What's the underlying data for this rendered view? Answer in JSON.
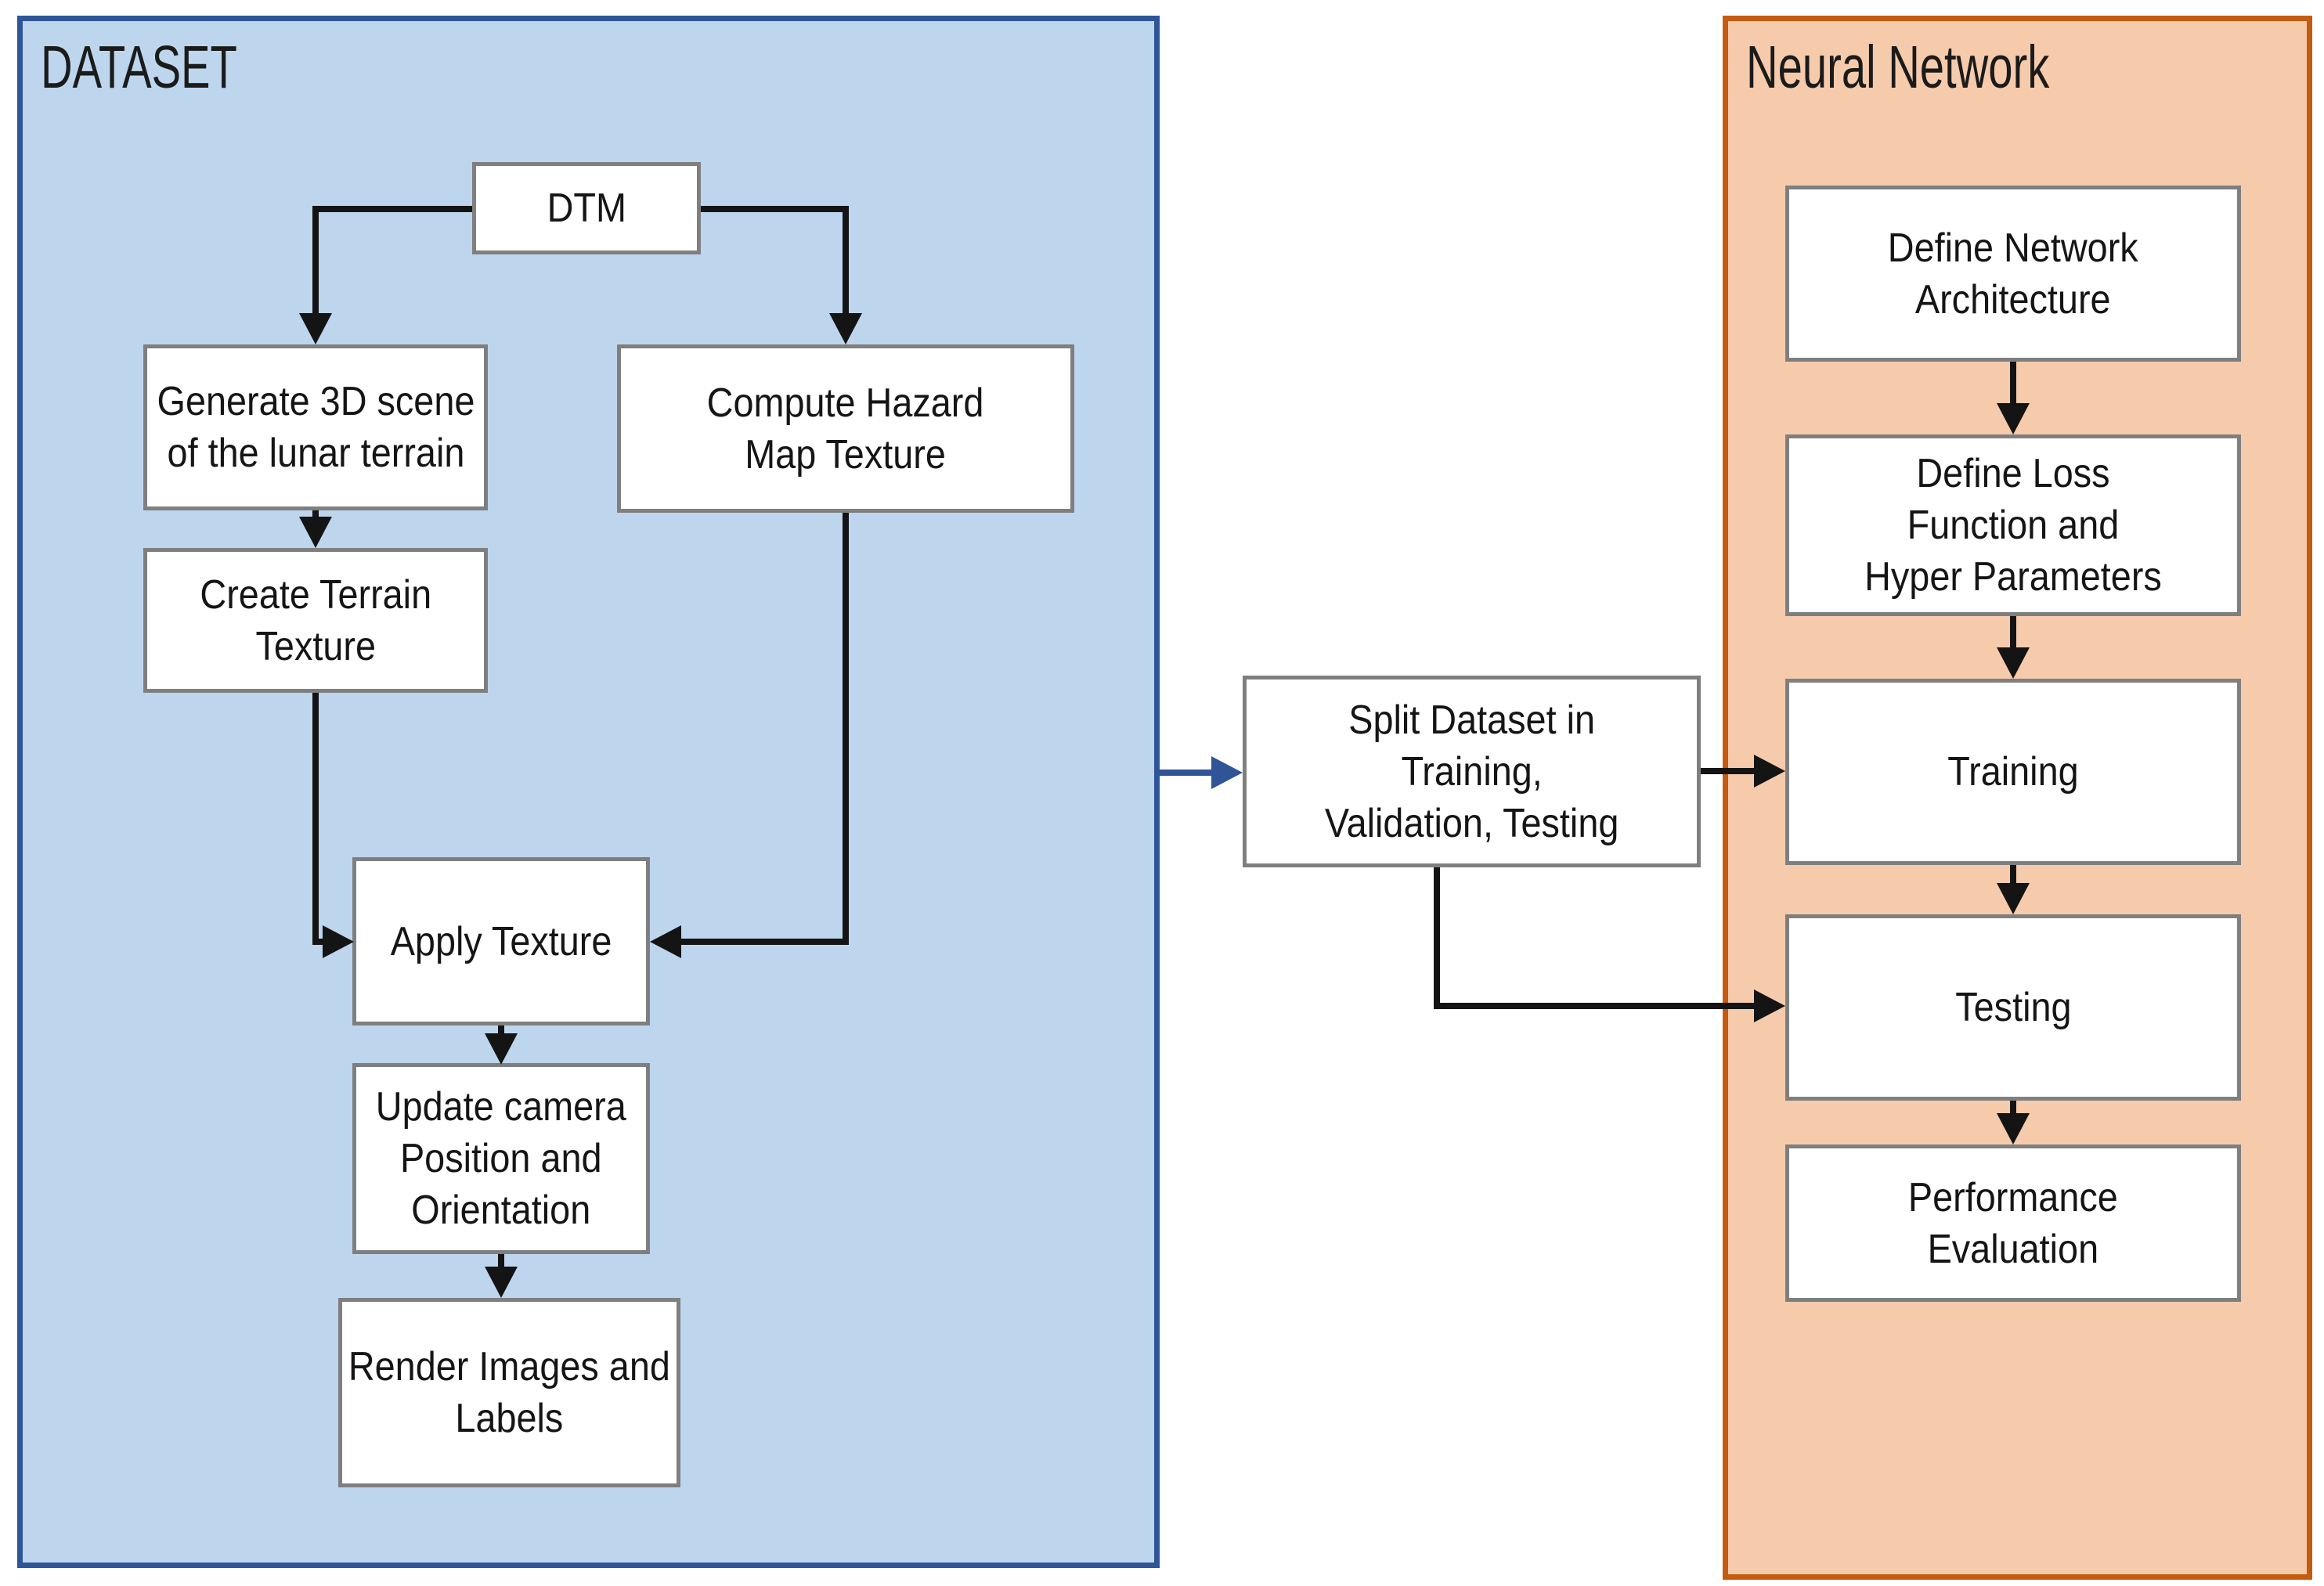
{
  "diagram": {
    "dataset_panel": {
      "title": "DATASET",
      "boxes": {
        "dtm": "DTM",
        "generate_scene": "Generate 3D scene\nof the lunar terrain",
        "compute_hazard": "Compute Hazard\nMap Texture",
        "create_texture": "Create Terrain\nTexture",
        "apply_texture": "Apply Texture",
        "update_camera": "Update camera\nPosition and\nOrientation",
        "render_images": "Render Images and\nLabels"
      }
    },
    "split_box": "Split Dataset in\nTraining,\nValidation, Testing",
    "nn_panel": {
      "title": "Neural Network",
      "boxes": {
        "define_network": "Define Network\nArchitecture",
        "define_loss": "Define Loss\nFunction and\nHyper Parameters",
        "training": "Training",
        "testing": "Testing",
        "performance": "Performance\nEvaluation"
      }
    },
    "edges": [
      {
        "from": "dtm",
        "to": "generate_scene"
      },
      {
        "from": "dtm",
        "to": "compute_hazard"
      },
      {
        "from": "generate_scene",
        "to": "create_texture"
      },
      {
        "from": "create_texture",
        "to": "apply_texture"
      },
      {
        "from": "compute_hazard",
        "to": "apply_texture"
      },
      {
        "from": "apply_texture",
        "to": "update_camera"
      },
      {
        "from": "update_camera",
        "to": "render_images"
      },
      {
        "from": "dataset_panel",
        "to": "split_box",
        "color": "blue"
      },
      {
        "from": "split_box",
        "to": "training"
      },
      {
        "from": "split_box",
        "to": "testing"
      },
      {
        "from": "define_network",
        "to": "define_loss"
      },
      {
        "from": "define_loss",
        "to": "training"
      },
      {
        "from": "training",
        "to": "testing"
      },
      {
        "from": "testing",
        "to": "performance"
      }
    ],
    "colors": {
      "dataset_fill": "#BDD6EE",
      "dataset_border": "#2E5597",
      "nn_fill": "#F6CBAC",
      "nn_border": "#C55A11",
      "box_fill": "#FFFFFF",
      "box_border": "#7F7F7F",
      "arrow_black": "#141414",
      "arrow_blue": "#2F5597",
      "text": "#171717"
    }
  }
}
